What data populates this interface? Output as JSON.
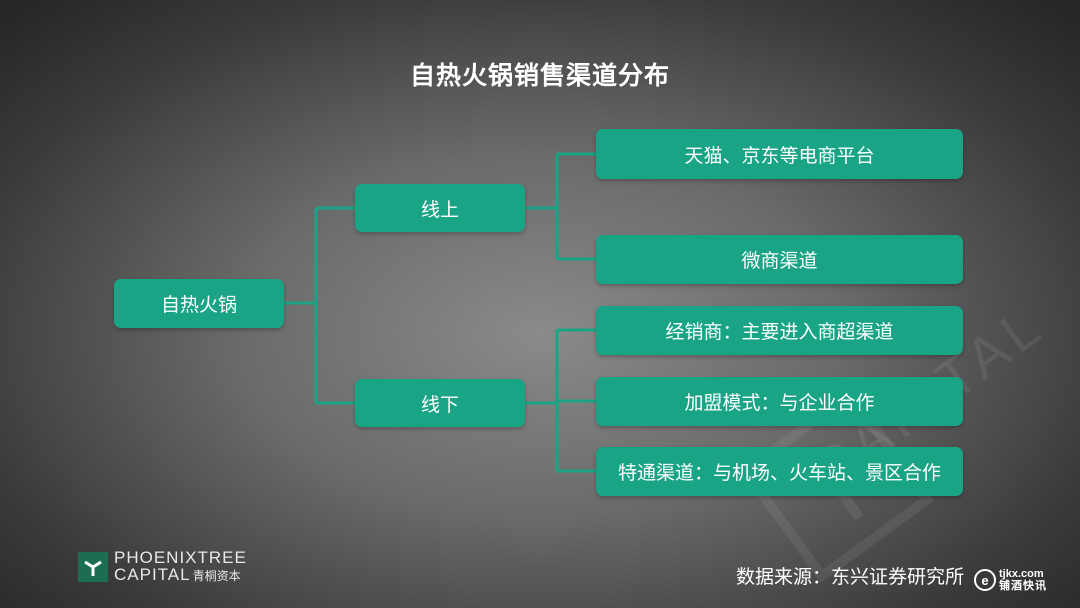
{
  "title": "自热火锅销售渠道分布",
  "diagram": {
    "root": "自热火锅",
    "branches": [
      {
        "label": "线上",
        "leaves": [
          "天猫、京东等电商平台",
          "微商渠道"
        ]
      },
      {
        "label": "线下",
        "leaves": [
          "经销商：主要进入商超渠道",
          "加盟模式：与企业合作",
          "特通渠道：与机场、火车站、景区合作"
        ]
      }
    ]
  },
  "colors": {
    "node": "#19a485",
    "connector": "#19a485",
    "text": "#ffffff"
  },
  "footer": {
    "logo_line1": "PHOENIXTREE",
    "logo_line2": "CAPITAL",
    "logo_cn": "青桐资本",
    "logo_icon": "phoenixtree-logo-icon",
    "source": "数据来源：东兴证券研究所",
    "site_url": "tjkx.com",
    "site_name": "铺酒快讯",
    "site_icon": "e-circle-icon"
  },
  "watermark": {
    "text": "CAPITAL"
  }
}
